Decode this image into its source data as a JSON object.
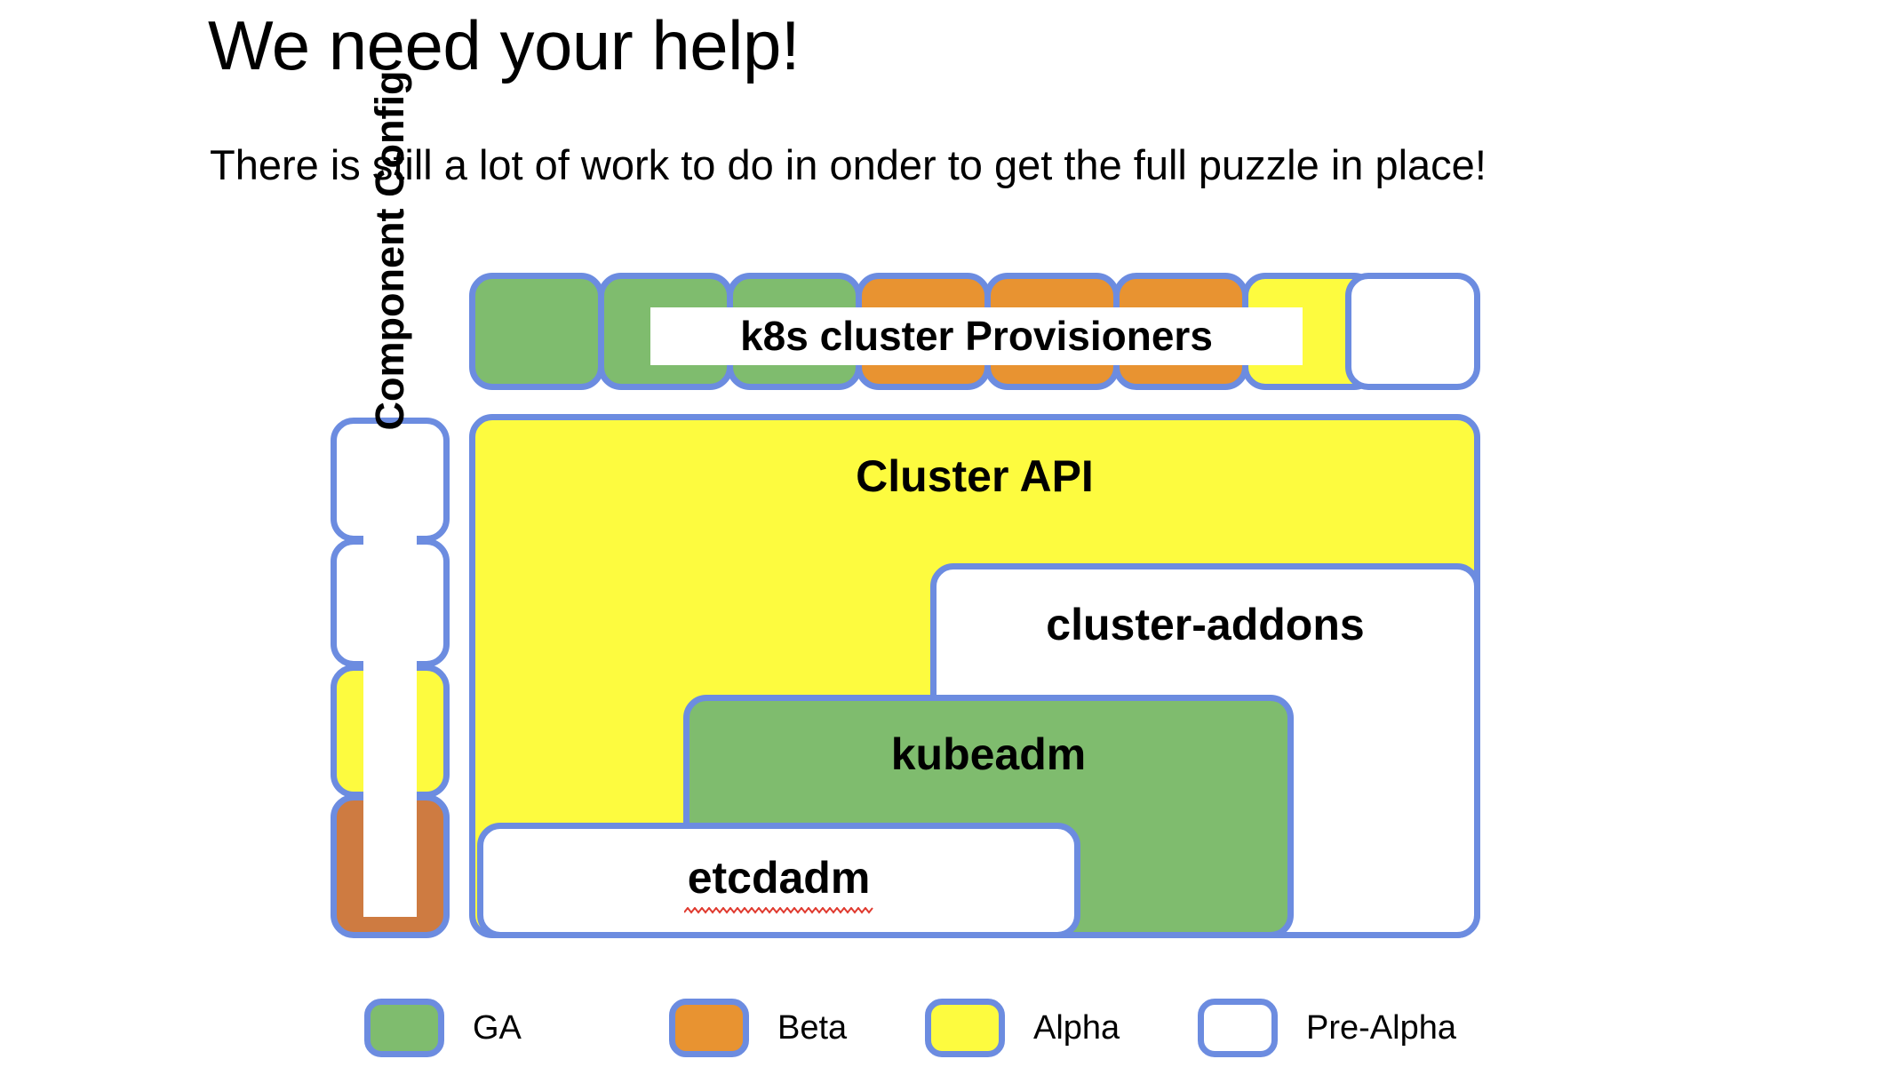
{
  "slide": {
    "title": "We need your help!",
    "subtitle": "There is still a lot of work to do in onder to get the full puzzle in place!"
  },
  "colors": {
    "ga": "#7FBC6E",
    "beta": "#E89331",
    "beta_dark": "#CE7B41",
    "alpha": "#FDFB3F",
    "pre_alpha": "#FFFFFF",
    "border": "#6C8CE0",
    "spellcheck": "#E03A2F"
  },
  "provisioners": {
    "banner_label": "k8s cluster Provisioners",
    "boxes": [
      {
        "status": "GA",
        "fill": "ga"
      },
      {
        "status": "GA",
        "fill": "ga"
      },
      {
        "status": "GA",
        "fill": "ga"
      },
      {
        "status": "Beta",
        "fill": "beta"
      },
      {
        "status": "Beta",
        "fill": "beta"
      },
      {
        "status": "Beta",
        "fill": "beta"
      },
      {
        "status": "Alpha",
        "fill": "alpha"
      },
      {
        "status": "Pre-Alpha",
        "fill": "pre"
      }
    ]
  },
  "component_config": {
    "label": "Component Config",
    "boxes": [
      {
        "status": "Pre-Alpha",
        "fill": "pre"
      },
      {
        "status": "Pre-Alpha",
        "fill": "pre"
      },
      {
        "status": "Alpha",
        "fill": "alpha"
      },
      {
        "status": "Beta",
        "fill": "beta_dk"
      }
    ]
  },
  "nodes": {
    "cluster_api": {
      "label": "Cluster API",
      "status": "Alpha"
    },
    "cluster_addons": {
      "label": "cluster-addons",
      "status": "Pre-Alpha"
    },
    "kubeadm": {
      "label": "kubeadm",
      "status": "GA"
    },
    "etcdadm": {
      "label": "etcdadm",
      "status": "Pre-Alpha",
      "spellcheck_underline": true
    }
  },
  "legend": {
    "items": [
      {
        "label": "GA",
        "fill": "ga"
      },
      {
        "label": "Beta",
        "fill": "beta"
      },
      {
        "label": "Alpha",
        "fill": "alpha"
      },
      {
        "label": "Pre-Alpha",
        "fill": "pre"
      }
    ]
  }
}
